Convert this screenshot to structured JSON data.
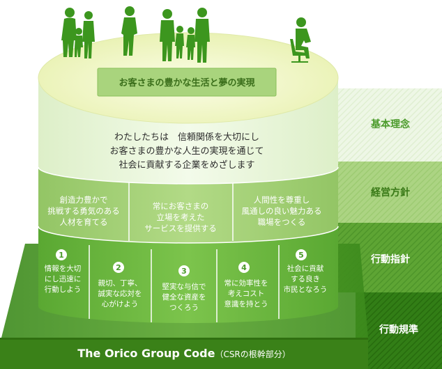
{
  "vision": "お客さまの豊かな生活と夢の実現",
  "mission": {
    "lines": [
      "わたしたちは　信頼関係を大切にし",
      "お客さまの豊かな人生の実現を通じて",
      "社会に貢献する企業をめざします"
    ]
  },
  "layers": {
    "basic": "基本理念",
    "management": "経営方針",
    "action": "行動指針",
    "standards": "行動規準"
  },
  "policies": [
    {
      "lines": [
        "創造力豊かで",
        "挑戦する勇気のある",
        "人材を育てる"
      ]
    },
    {
      "lines": [
        "常にお客さまの",
        "立場を考えた",
        "サービスを提供する"
      ]
    },
    {
      "lines": [
        "人間性を尊重し",
        "風通しの良い魅力ある",
        "職場をつくる"
      ]
    }
  ],
  "guidelines": [
    {
      "num": "1",
      "lines": [
        "情報を大切",
        "にし迅速に",
        "行動しよう"
      ]
    },
    {
      "num": "2",
      "lines": [
        "親切、丁寧、",
        "誠実な応対を",
        "心がけよう"
      ]
    },
    {
      "num": "3",
      "lines": [
        "堅実な与信で",
        "健全な資産を",
        "つくろう"
      ]
    },
    {
      "num": "4",
      "lines": [
        "常に効率性を",
        "考えコスト",
        "意識を持とう"
      ]
    },
    {
      "num": "5",
      "lines": [
        "社会に貢献",
        "する良き",
        "市民となろう"
      ]
    }
  ],
  "code": {
    "main": "The Orico Group Code",
    "sub": "（CSRの根幹部分）"
  },
  "colors": {
    "top_ellipse": "#f1f6c2",
    "mission_band": "#eaf6d8",
    "policy_band": "#9ccc6c",
    "guide_band": "#6ab53c",
    "base_dark": "#3f8a20",
    "label_basic_bg": "#edf6e4",
    "label_basic_text": "#4a9a2a",
    "label_mgmt_bg": "#a9d27f",
    "label_mgmt_text": "#3a7a18",
    "label_action_bg": "#5aa032",
    "label_standards_bg": "#2f7a12",
    "people": "#3c961e"
  }
}
